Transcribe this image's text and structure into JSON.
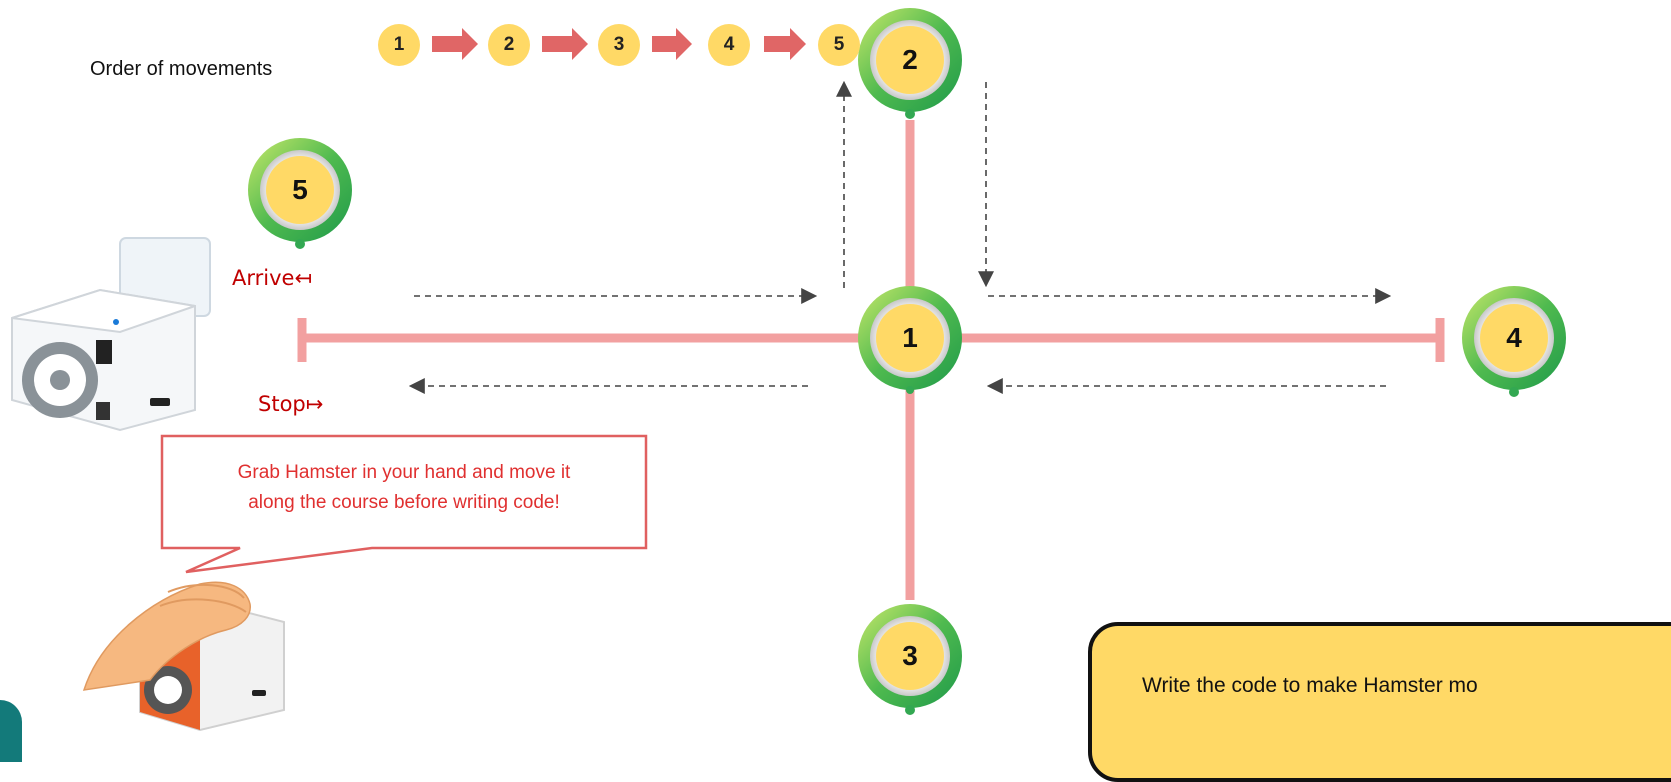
{
  "order_label": "Order of movements",
  "sequence": [
    "1",
    "2",
    "3",
    "4",
    "5"
  ],
  "nodes": {
    "center": "1",
    "top": "2",
    "bottom": "3",
    "right": "4",
    "left": "5"
  },
  "arrive_label": "Arrive↤",
  "stop_label": "Stop↦",
  "bubble": {
    "line1": "Grab Hamster in your hand and move it",
    "line2": "along the course before writing code!"
  },
  "note": {
    "text": "Write the code to make Hamster mo"
  },
  "colors": {
    "track": "#f2a0a0",
    "node_fill": "#ffd966",
    "ring_outer": "#33a852",
    "ring_inner": "#b5e06a",
    "arrow": "#e06666",
    "label_red": "#c00000",
    "bubble_text": "#e03030"
  }
}
